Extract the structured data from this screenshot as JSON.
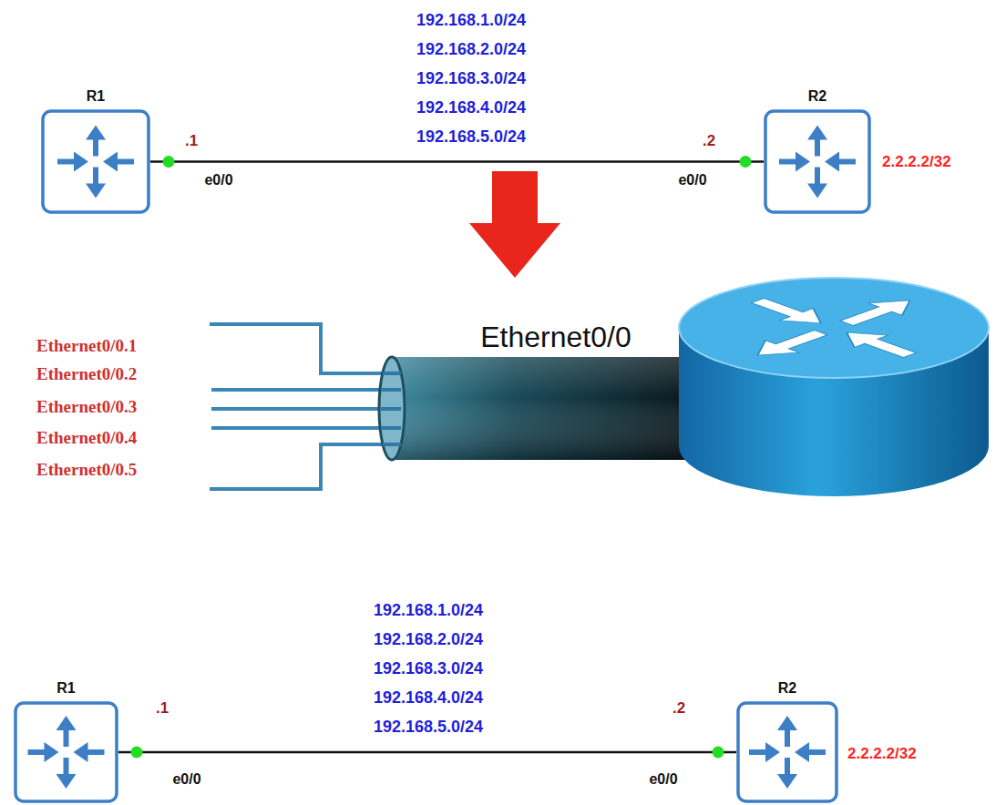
{
  "diagram": {
    "nodes": [
      {
        "text": [
          "R1"
        ]
      },
      {
        "text": [
          "R2"
        ]
      },
      {
        "text": [
          "R1"
        ]
      },
      {
        "text": [
          "R2"
        ]
      }
    ],
    "edges": [
      {
        "from": 0,
        "to": 1,
        "arrow": "none"
      },
      {
        "from": 2,
        "to": 3,
        "arrow": "none"
      }
    ],
    "labels": [
      "192.168.1.0/24",
      "192.168.2.0/24",
      "192.168.3.0/24",
      "192.168.4.0/24",
      "192.168.5.0/24",
      ".1",
      "e0/0",
      ".2",
      "e0/0",
      "2.2.2.2/32",
      "Ethernet0/0",
      "Ethernet0/0.1",
      "Ethernet0/0.2",
      "Ethernet0/0.3",
      "Ethernet0/0.4",
      "Ethernet0/0.5",
      "192.168.1.0/24",
      "192.168.2.0/24",
      "192.168.3.0/24",
      "192.168.4.0/24",
      "192.168.5.0/24",
      ".1",
      "e0/0",
      ".2",
      "e0/0",
      "2.2.2.2/32"
    ]
  }
}
